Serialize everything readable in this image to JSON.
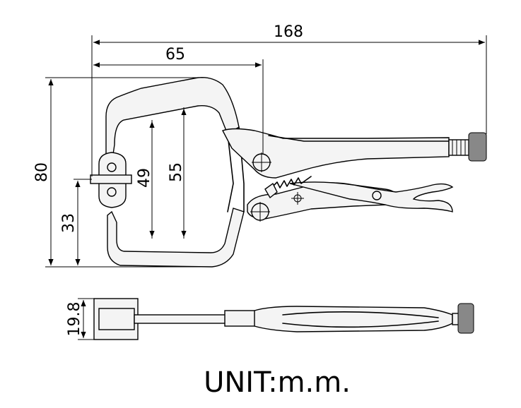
{
  "dimensions": {
    "overall_length": "168",
    "jaw_reach": "65",
    "overall_height": "80",
    "jaw_opening_inner": "49",
    "jaw_opening_outer": "55",
    "pad_center_height": "33",
    "thickness": "19.8"
  },
  "unit_label": "UNIT:m.m."
}
